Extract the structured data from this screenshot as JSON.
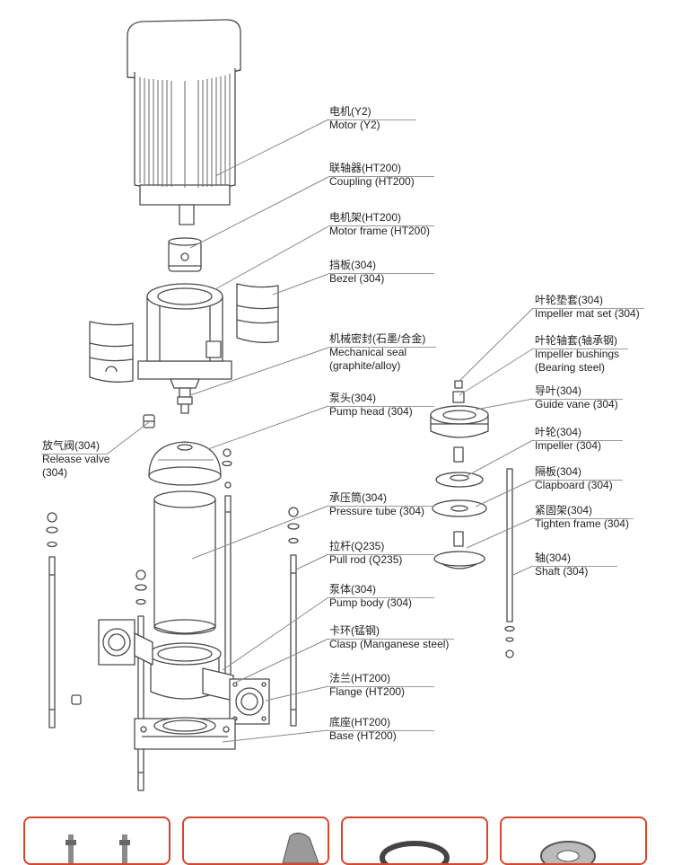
{
  "labels": {
    "motor": {
      "cn": "电机(Y2)",
      "en": "Motor (Y2)"
    },
    "coupling": {
      "cn": "联轴器(HT200)",
      "en": "Coupling (HT200)"
    },
    "motor_frame": {
      "cn": "电机架(HT200)",
      "en": "Motor frame (HT200)"
    },
    "bezel": {
      "cn": "挡板(304)",
      "en": "Bezel (304)"
    },
    "mech_seal": {
      "cn": "机械密封(石墨/合金)",
      "en1": "Mechanical seal",
      "en2": "(graphite/alloy)"
    },
    "pump_head": {
      "cn": "泵头(304)",
      "en": "Pump head (304)"
    },
    "release_valve": {
      "cn": "放气阀(304)",
      "en1": "Release valve",
      "en2": "(304)"
    },
    "pressure_tube": {
      "cn": "承压筒(304)",
      "en": "Pressure tube (304)"
    },
    "pull_rod": {
      "cn": "拉杆(Q235)",
      "en": "Pull rod (Q235)"
    },
    "pump_body": {
      "cn": "泵体(304)",
      "en": "Pump body (304)"
    },
    "clasp": {
      "cn": "卡环(锰钢)",
      "en": "Clasp (Manganese steel)"
    },
    "flange": {
      "cn": "法兰(HT200)",
      "en": "Flange (HT200)"
    },
    "base": {
      "cn": "底座(HT200)",
      "en": "Base (HT200)"
    },
    "impeller_mat": {
      "cn": "叶轮垫套(304)",
      "en": "Impeller mat set (304)"
    },
    "impeller_bush": {
      "cn": "叶轮轴套(轴承钢)",
      "en1": "Impeller bushings",
      "en2": "(Bearing steel)"
    },
    "guide_vane": {
      "cn": "导叶(304)",
      "en": "Guide vane (304)"
    },
    "impeller": {
      "cn": "叶轮(304)",
      "en": "Impeller (304)"
    },
    "clapboard": {
      "cn": "隔板(304)",
      "en": "Clapboard (304)"
    },
    "tighten_frame": {
      "cn": "紧固架(304)",
      "en": "Tighten frame (304)"
    },
    "shaft": {
      "cn": "轴(304)",
      "en": "Shaft (304)"
    }
  },
  "colors": {
    "line": "#4a4a4a",
    "leader": "#8a8a8a",
    "thumb_border": "#d8452b"
  },
  "thumbnails": [
    "bolts-icon",
    "valve-icon",
    "ring-icon",
    "bearing-icon"
  ]
}
